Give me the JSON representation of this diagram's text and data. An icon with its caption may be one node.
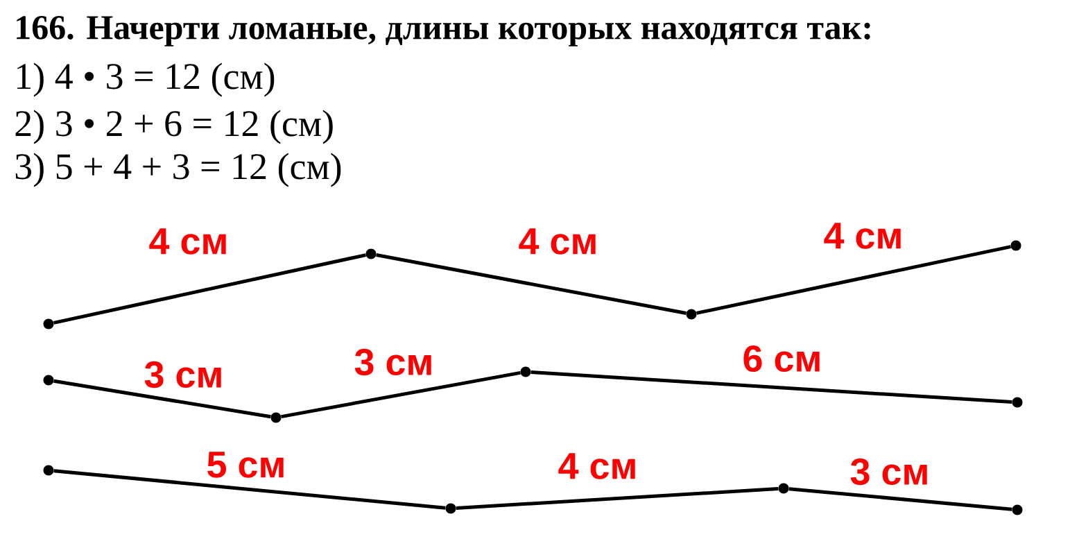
{
  "diagram": {
    "title": "166. Начерти ломаные, длины которых находятся так:",
    "nodes": [
      {
        "text": [],
        "shape": "circle"
      },
      {
        "text": [],
        "shape": "circle"
      },
      {
        "text": [],
        "shape": "circle"
      },
      {
        "text": [],
        "shape": "circle"
      },
      {
        "text": [],
        "shape": "circle"
      },
      {
        "text": [],
        "shape": "circle"
      },
      {
        "text": [],
        "shape": "circle"
      },
      {
        "text": [],
        "shape": "circle"
      },
      {
        "text": [],
        "shape": "circle"
      },
      {
        "text": [],
        "shape": "circle"
      },
      {
        "text": [],
        "shape": "circle"
      },
      {
        "text": [],
        "shape": "circle"
      }
    ],
    "edges": [
      {
        "from": 0,
        "to": 1,
        "arrow": "none",
        "label": "4 см"
      },
      {
        "from": 1,
        "to": 2,
        "arrow": "none",
        "label": "4 см"
      },
      {
        "from": 2,
        "to": 3,
        "arrow": "none",
        "label": "4 см"
      },
      {
        "from": 4,
        "to": 5,
        "arrow": "none",
        "label": "3 см"
      },
      {
        "from": 5,
        "to": 6,
        "arrow": "none",
        "label": "3 см"
      },
      {
        "from": 6,
        "to": 7,
        "arrow": "none",
        "label": "6 см"
      },
      {
        "from": 8,
        "to": 9,
        "arrow": "none",
        "label": "5 см"
      },
      {
        "from": 9,
        "to": 10,
        "arrow": "none",
        "label": "4 см"
      },
      {
        "from": 10,
        "to": 11,
        "arrow": "none",
        "label": "3 см"
      }
    ],
    "labels": [
      "1) 4 • 3 = 12 (см)",
      "2) 3 • 2 + 6 = 12 (см)",
      "3) 5 + 4 + 3 = 12 (см)"
    ]
  }
}
